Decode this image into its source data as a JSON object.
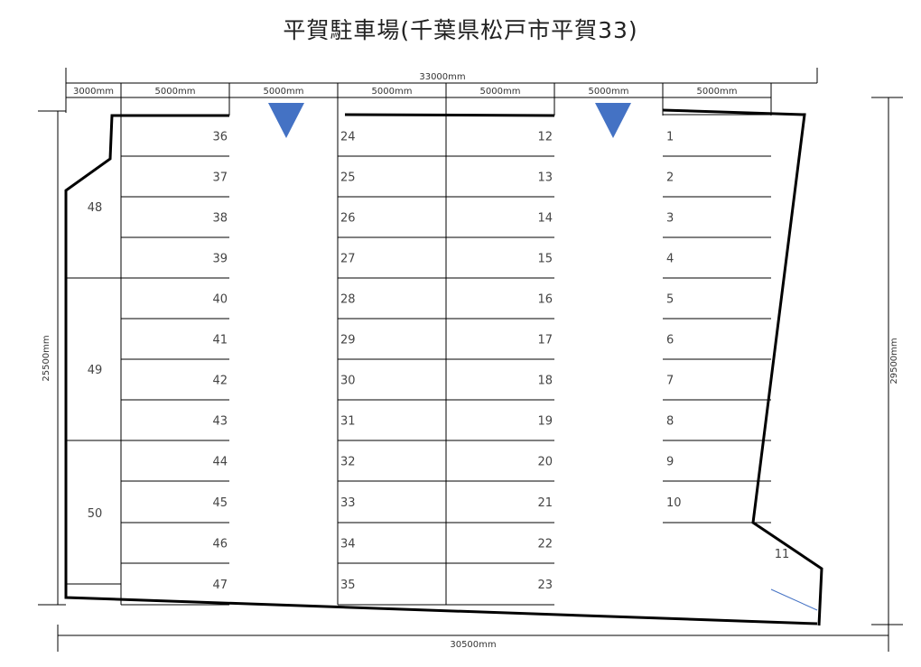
{
  "title": "平賀駐車場(千葉県松戸市平賀33)",
  "dimensions": {
    "top_total": "33000mm",
    "top_segments": [
      "3000mm",
      "5000mm",
      "5000mm",
      "5000mm",
      "5000mm",
      "5000mm",
      "5000mm"
    ],
    "left": "25500mm",
    "right": "29500mm",
    "bottom": "30500mm"
  },
  "spaces": {
    "col_a": [
      "36",
      "37",
      "38",
      "39",
      "40",
      "41",
      "42",
      "43",
      "44",
      "45",
      "46",
      "47"
    ],
    "col_b": [
      "24",
      "25",
      "26",
      "27",
      "28",
      "29",
      "30",
      "31",
      "32",
      "33",
      "34",
      "35"
    ],
    "col_c": [
      "12",
      "13",
      "14",
      "15",
      "16",
      "17",
      "18",
      "19",
      "20",
      "21",
      "22",
      "23"
    ],
    "col_d": [
      "1",
      "2",
      "3",
      "4",
      "5",
      "6",
      "7",
      "8",
      "9",
      "10"
    ],
    "left": [
      "48",
      "49",
      "50"
    ],
    "corner": "11"
  },
  "colors": {
    "entrance_marker": "#4472C4"
  }
}
